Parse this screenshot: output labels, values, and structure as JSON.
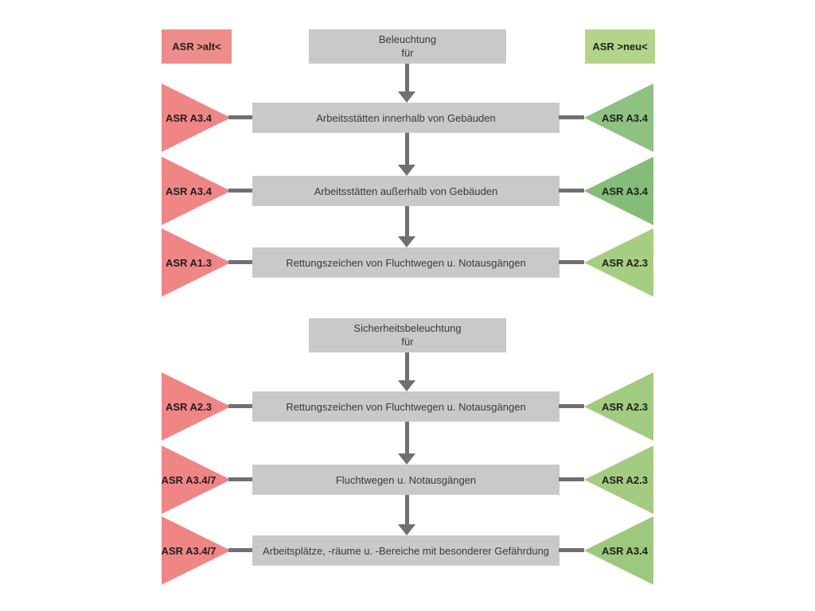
{
  "colors": {
    "background": "#ffffff",
    "node_gray": "#c9c9c9",
    "connector_gray": "#707070",
    "text": "#3a3a3a",
    "old_header_red": "#ee8c8c",
    "new_header_green": "#b4d48c"
  },
  "legend": {
    "old_label": "ASR >alt<",
    "new_label": "ASR >neu<"
  },
  "sections": [
    {
      "title_line1": "Beleuchtung",
      "title_line2": "für",
      "rows": [
        {
          "old": "ASR A3.4",
          "label": "Arbeitsstätten innerhalb von Gebäuden",
          "new": "ASR A3.4",
          "old_color": "#f08585",
          "new_color": "#8fc183"
        },
        {
          "old": "ASR A3.4",
          "label": "Arbeitsstätten außerhalb von Gebäuden",
          "new": "ASR A3.4",
          "old_color": "#f08585",
          "new_color": "#84bd77"
        },
        {
          "old": "ASR A1.3",
          "label": "Rettungszeichen von Fluchtwegen u. Notausgängen",
          "new": "ASR A2.3",
          "old_color": "#f08585",
          "new_color": "#a6ce80"
        }
      ]
    },
    {
      "title_line1": "Sicherheitsbeleuchtung",
      "title_line2": "für",
      "rows": [
        {
          "old": "ASR A2.3",
          "label": "Rettungszeichen von Fluchtwegen u. Notausgängen",
          "new": "ASR A2.3",
          "old_color": "#f08585",
          "new_color": "#a1cb7e"
        },
        {
          "old": "ASR A3.4/7",
          "label": "Fluchtwegen u. Notausgängen",
          "new": "ASR A2.3",
          "old_color": "#f08585",
          "new_color": "#a4cc80"
        },
        {
          "old": "ASR A3.4/7",
          "label": "Arbeitsplätze, -räume u. -Bereiche mit besonderer Gefährdung",
          "new": "ASR A3.4",
          "old_color": "#f08585",
          "new_color": "#9dc97c"
        }
      ]
    }
  ]
}
